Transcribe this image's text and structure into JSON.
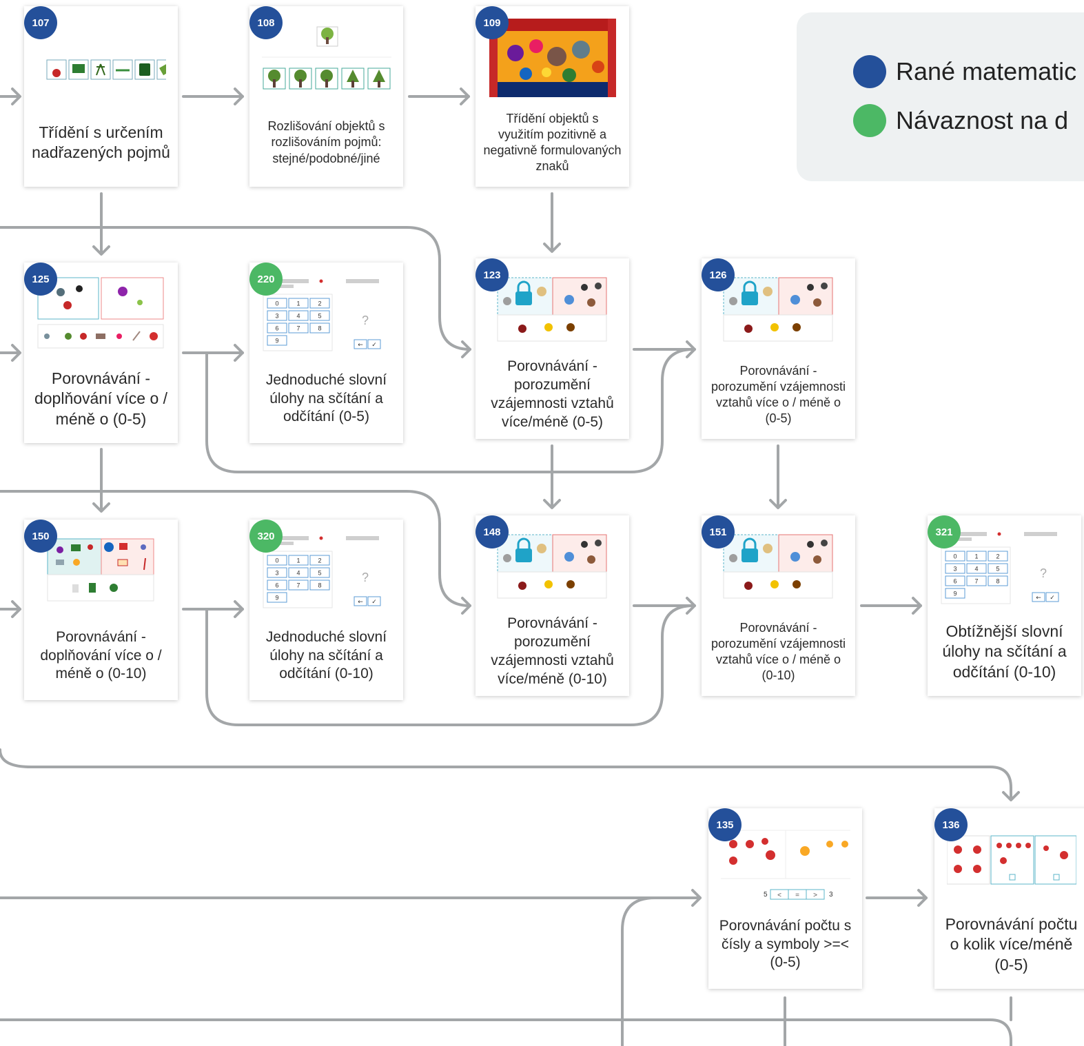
{
  "legend": {
    "items": [
      {
        "label": "Rané matematic",
        "color": "#24509a"
      },
      {
        "label": "Návaznost na d",
        "color": "#4cb865"
      }
    ]
  },
  "colors": {
    "blue": "#24509a",
    "green": "#4cb865",
    "connector": "#a3a6a8"
  },
  "cards": [
    {
      "id": "107",
      "color": "blue",
      "thumb": "category-strip",
      "title": "Třídění s určením nadřazených pojmů"
    },
    {
      "id": "108",
      "color": "blue",
      "thumb": "trees",
      "title": "Rozlišování objektů s rozlišováním pojmů: stejné/podobné/jiné"
    },
    {
      "id": "109",
      "color": "blue",
      "thumb": "circus-scene",
      "title": "Třídění objektů s využitím pozitivně a negativně formulovaných znaků"
    },
    {
      "id": "125",
      "color": "blue",
      "thumb": "compare-fill",
      "title": "Porovnávání - doplňování více o / méně o (0-5)"
    },
    {
      "id": "220",
      "color": "green",
      "thumb": "keypad",
      "title": "Jednoduché slovní úlohy na sčítání a odčítání (0-5)"
    },
    {
      "id": "123",
      "color": "blue",
      "thumb": "compare-lock",
      "title": "Porovnávání - porozumění vzájemnosti vztahů více/méně (0-5)"
    },
    {
      "id": "126",
      "color": "blue",
      "thumb": "compare-lock",
      "title": "Porovnávání - porozumění vzájemnosti vztahů více o / méně o (0-5)"
    },
    {
      "id": "150",
      "color": "blue",
      "thumb": "compare-fill-10",
      "title": "Porovnávání - doplňování více o / méně o (0-10)"
    },
    {
      "id": "320",
      "color": "green",
      "thumb": "keypad",
      "title": "Jednoduché slovní úlohy na sčítání a odčítání (0-10)"
    },
    {
      "id": "148",
      "color": "blue",
      "thumb": "compare-lock",
      "title": "Porovnávání - porozumění vzájemnosti vztahů více/méně (0-10)"
    },
    {
      "id": "151",
      "color": "blue",
      "thumb": "compare-lock",
      "title": "Porovnávání - porozumění vzájemnosti vztahů více o / méně o (0-10)"
    },
    {
      "id": "321",
      "color": "green",
      "thumb": "keypad",
      "title": "Obtížnější slovní úlohy na sčítání a odčítání (0-10)"
    },
    {
      "id": "135",
      "color": "blue",
      "thumb": "tomato-symbols",
      "title": "Porovnávání počtu s čísly a symboly >=< (0-5)"
    },
    {
      "id": "136",
      "color": "blue",
      "thumb": "tomato-more-less",
      "title": "Porovnávání počtu o kolik více/méně (0-5)"
    }
  ],
  "thumb_text": {
    "keypad_digits": [
      "0",
      "1",
      "2",
      "3",
      "4",
      "5",
      "6",
      "7",
      "8",
      "9"
    ],
    "question_mark": "?",
    "back_arrow": "←",
    "check_mark": "✓",
    "compare_left": "5",
    "compare_right": "3",
    "symbols": [
      "<",
      "=",
      ">"
    ]
  }
}
